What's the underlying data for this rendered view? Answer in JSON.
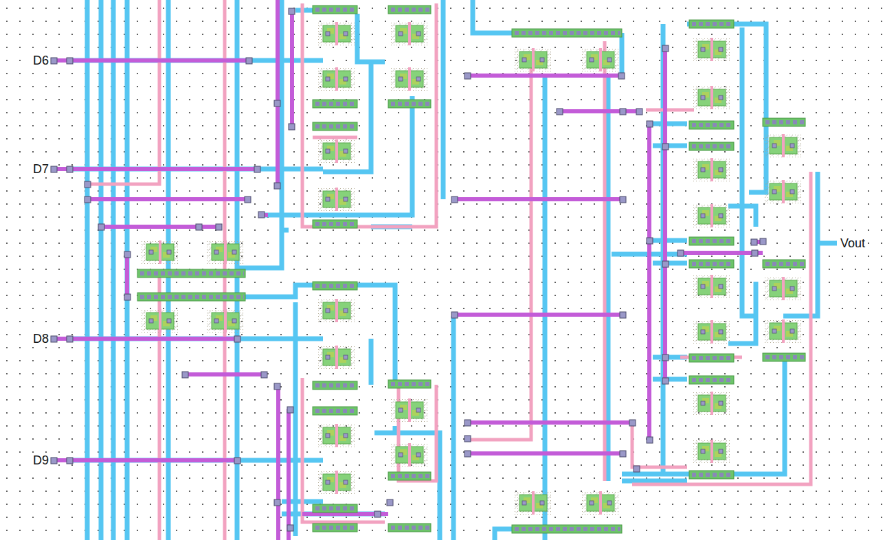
{
  "diagram": {
    "labels": [
      "D6",
      "D7",
      "D8",
      "D9",
      "Vout"
    ]
  }
}
